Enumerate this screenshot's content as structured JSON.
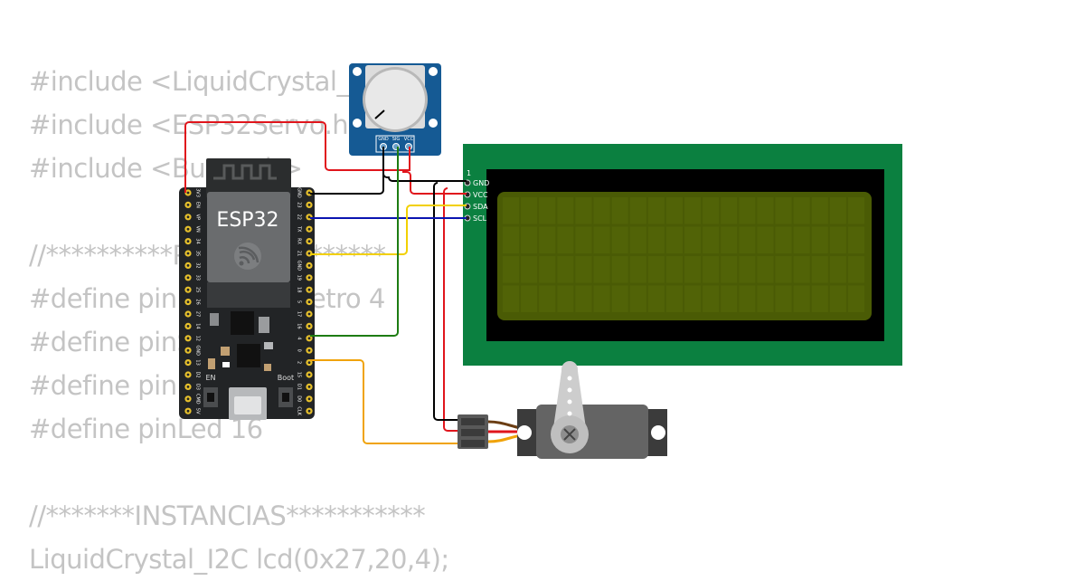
{
  "code_lines": [
    "#include <LiquidCrystal_I2C.h>",
    "#include <ESP32Servo.h>",
    "#include <Button.h>",
    "",
    "//**********PINES***********",
    "#define pinPotenciometro 4",
    "#define pinServo 2",
    "#define pinBoton 23",
    "#define pinLed 16",
    "",
    "//*******INSTANCIAS***********",
    "LiquidCrystal_I2C lcd(0x27,20,4);"
  ],
  "esp32": {
    "label": "ESP32",
    "en_label": "EN",
    "boot_label": "Boot",
    "left_pins": [
      "3V3",
      "EN",
      "VP",
      "VN",
      "34",
      "35",
      "32",
      "33",
      "25",
      "26",
      "27",
      "14",
      "12",
      "GND",
      "13",
      "D2",
      "D3",
      "CMD",
      "5V"
    ],
    "right_pins": [
      "GND",
      "23",
      "22",
      "TX",
      "RX",
      "21",
      "GND",
      "19",
      "18",
      "5",
      "17",
      "16",
      "4",
      "0",
      "2",
      "15",
      "D1",
      "D0",
      "CLK"
    ]
  },
  "potentiometer": {
    "pins": [
      "GND",
      "SIG",
      "VCC"
    ]
  },
  "lcd": {
    "pin1_label": "1",
    "pins": [
      "GND",
      "VCC",
      "SDA",
      "SCL"
    ],
    "backlight": "#4a5b05",
    "pcb": "#0b8040"
  },
  "wire_colors": {
    "red": "#e0151c",
    "black": "#000000",
    "blue": "#0a14b0",
    "yellow": "#f2d000",
    "green": "#1d7c12",
    "orange": "#f0a30a"
  }
}
